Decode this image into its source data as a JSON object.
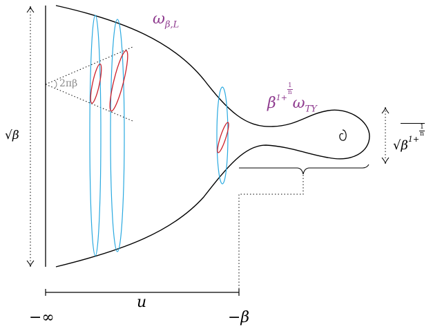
{
  "labels": {
    "top_metric": "ω",
    "top_metric_sub": "β,L",
    "neck_metric_base": "β",
    "neck_metric_exp_prefix": "1+",
    "neck_metric_exp_num": "1",
    "neck_metric_exp_den": "n",
    "neck_metric_form": "ω",
    "neck_metric_form_sub": "TY",
    "angle": "2πβ",
    "left_height": "√β",
    "right_height_prefix": "√",
    "right_height_base": "β",
    "right_height_exp_prefix": "1+",
    "right_height_exp_num": "1",
    "right_height_exp_den": "n",
    "u_label": "u",
    "minus_infinity": "−∞",
    "minus_beta": "−β"
  },
  "colors": {
    "outline": "#000000",
    "circles": "#29a9e0",
    "ellipses_red": "#cc1f2a",
    "metric_text": "#8e3a8e",
    "angle_text": "#8a8a8a"
  }
}
